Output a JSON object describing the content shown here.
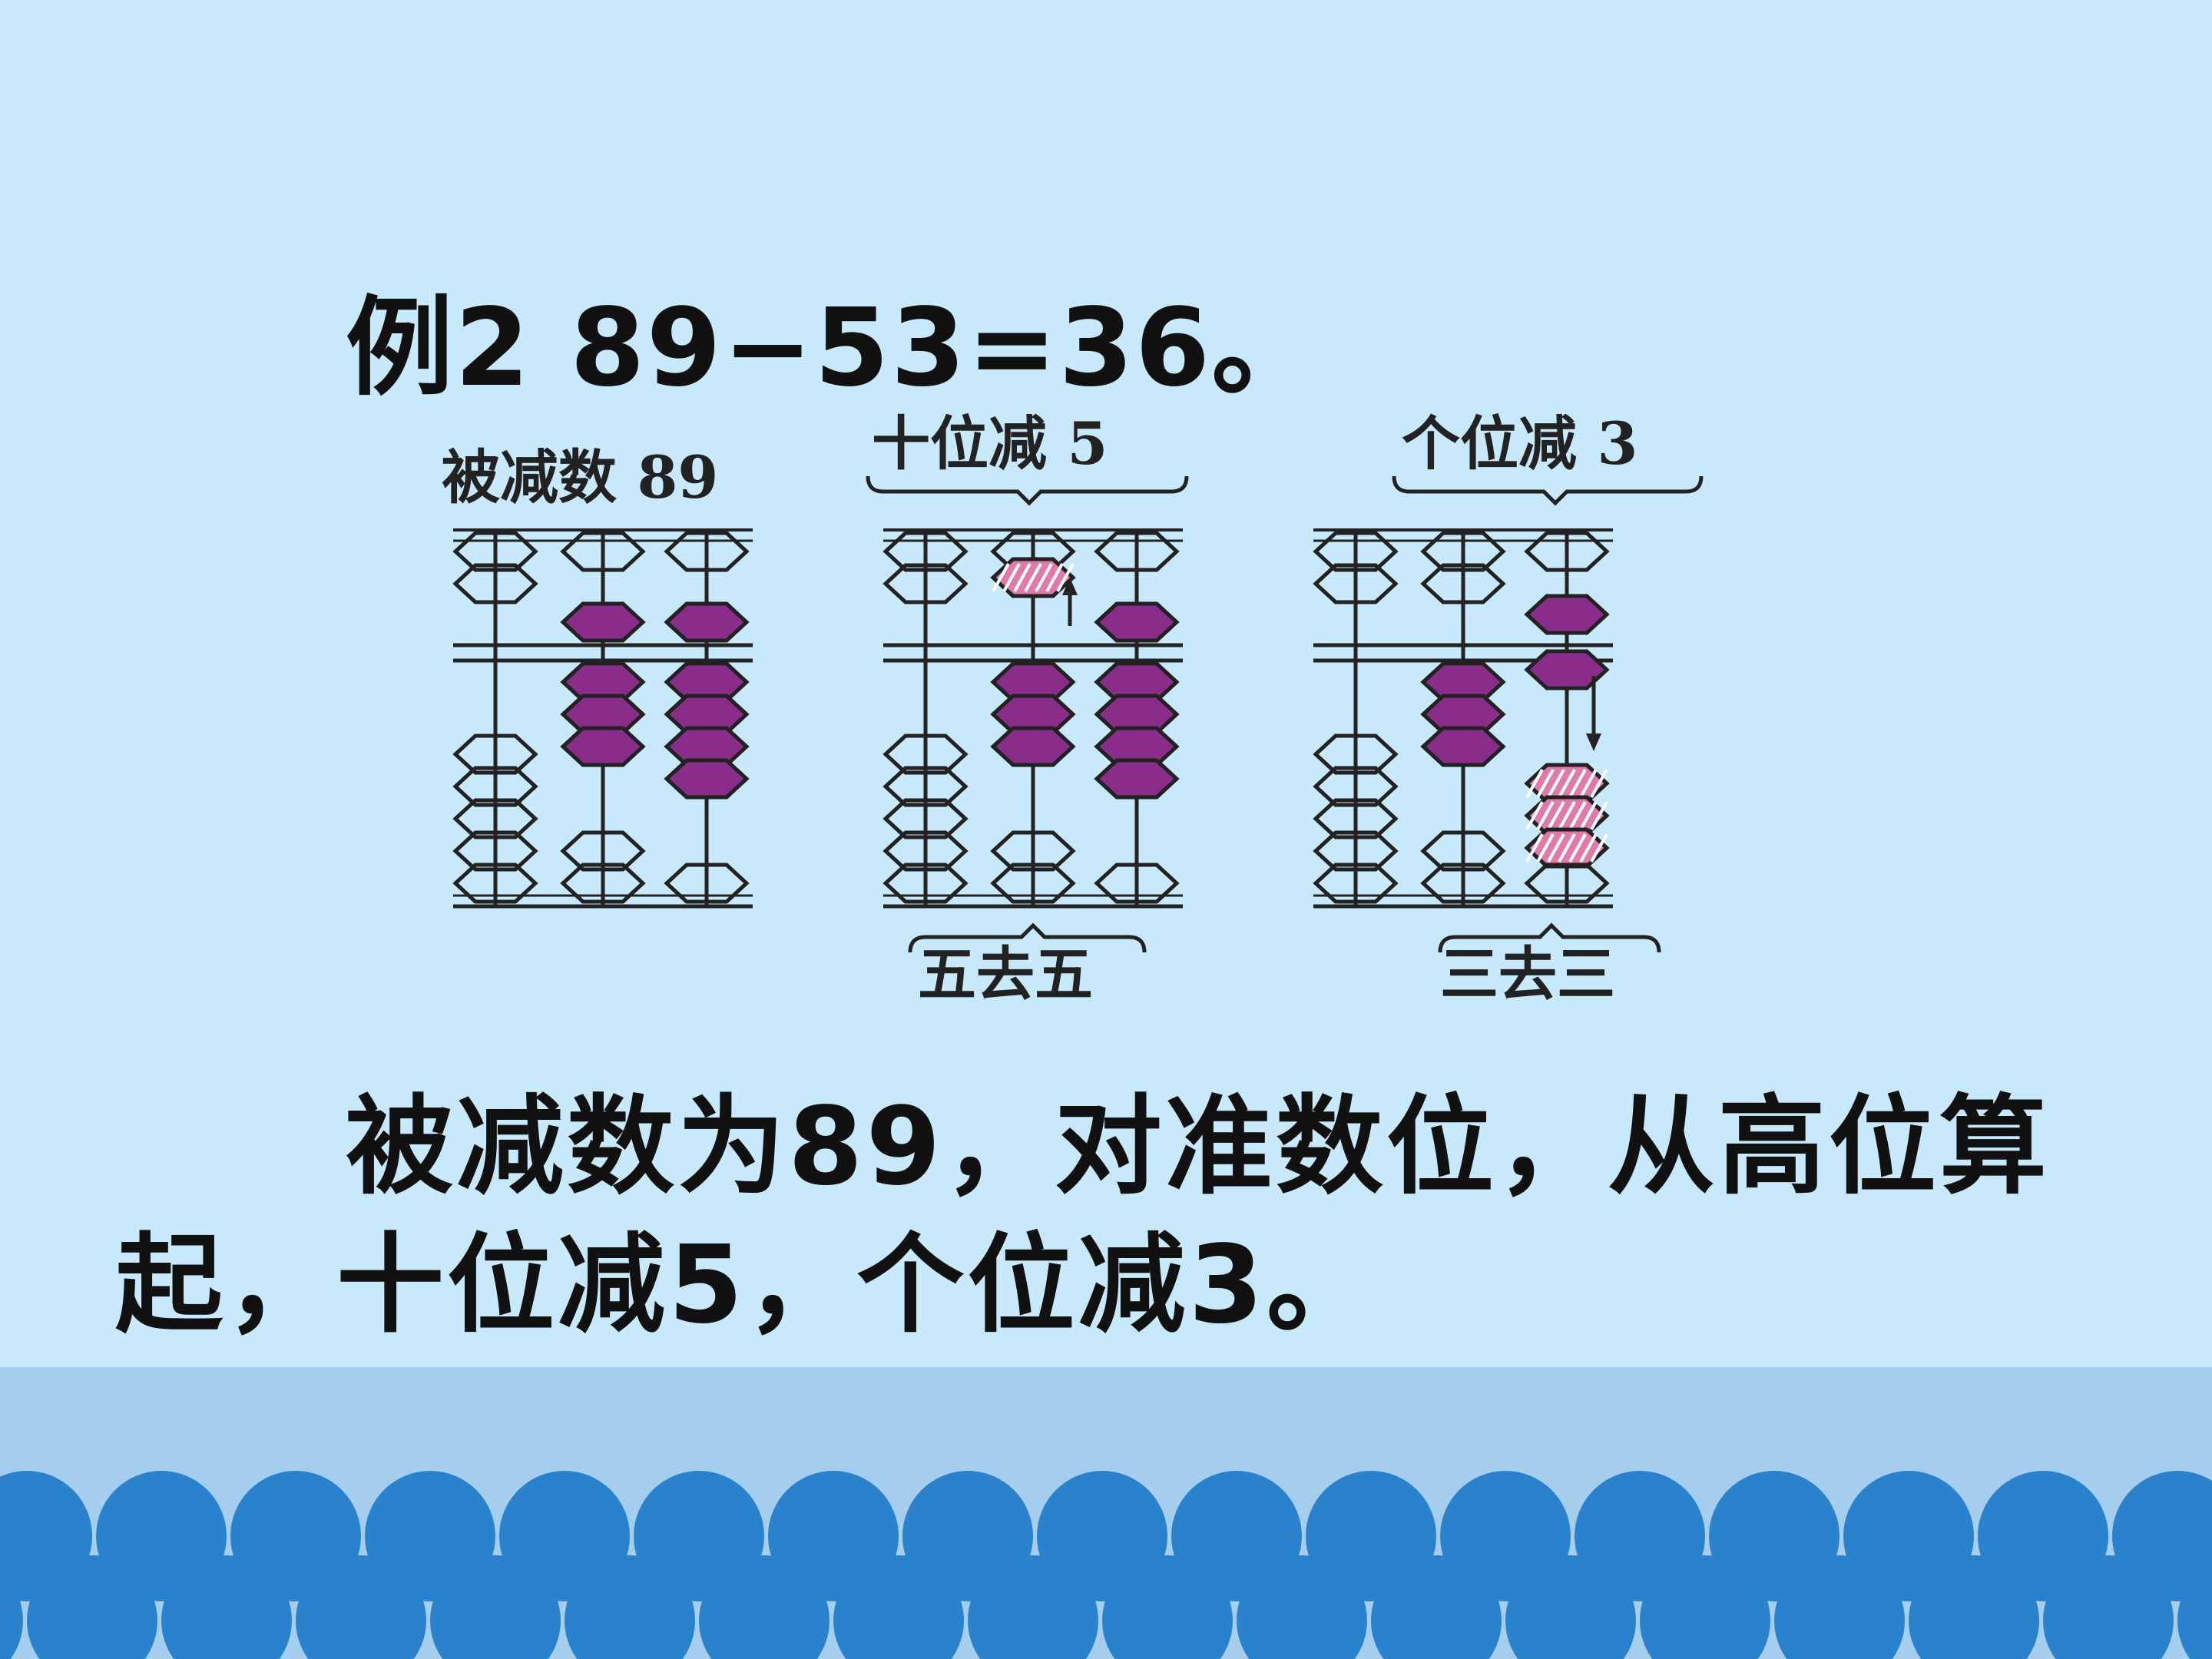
{
  "title": "例2 89−53=36。",
  "paragraph": {
    "line1": "被减数为89，对准数位，从高位算",
    "line2": "起，十位减5，个位减3。"
  },
  "abacus_figure": [
    {
      "top_label": "被减数 89",
      "bottom_label": ""
    },
    {
      "top_label": "十位减 5",
      "bottom_label": "五去五"
    },
    {
      "top_label": "个位减 3",
      "bottom_label": "三去三"
    }
  ],
  "colors": {
    "background": "#c8e8fb",
    "bead_active": "#8a2d8a",
    "bead_removed": "#e07aa8",
    "wave_light": "#a5cdee",
    "wave_dark": "#2b82cc"
  }
}
